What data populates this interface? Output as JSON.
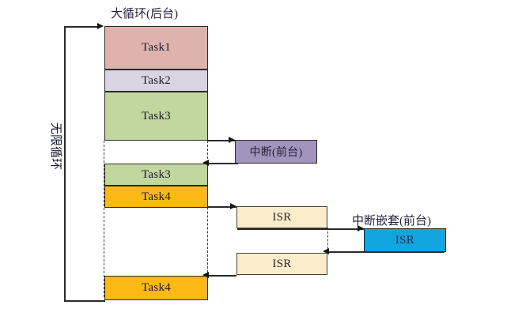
{
  "diagram": {
    "title_main": "大循环(后台)",
    "title_interrupt": "中断(前台)",
    "title_nested": "中断嵌套(前台)",
    "loop_label": "无限循环",
    "colors": {
      "task1": "#dfb3ad",
      "task2": "#d9d4e3",
      "task3": "#c2d6a0",
      "task4": "#fcb814",
      "interrupt": "#a294bd",
      "isr": "#fbeccc",
      "nested_isr": "#12a5e0",
      "line": "#2b2b2b"
    },
    "background_tasks": [
      {
        "label": "Task1",
        "color_key": "task1"
      },
      {
        "label": "Task2",
        "color_key": "task2"
      },
      {
        "label": "Task3",
        "color_key": "task3"
      },
      {
        "label": "Task3",
        "color_key": "task3"
      },
      {
        "label": "Task4",
        "color_key": "task4"
      },
      {
        "label": "Task4",
        "color_key": "task4"
      }
    ],
    "interrupt_box": {
      "label": "中断(前台)"
    },
    "isr_boxes": [
      {
        "label": "ISR"
      },
      {
        "label": "ISR"
      }
    ],
    "nested_isr_box": {
      "label": "ISR"
    }
  }
}
